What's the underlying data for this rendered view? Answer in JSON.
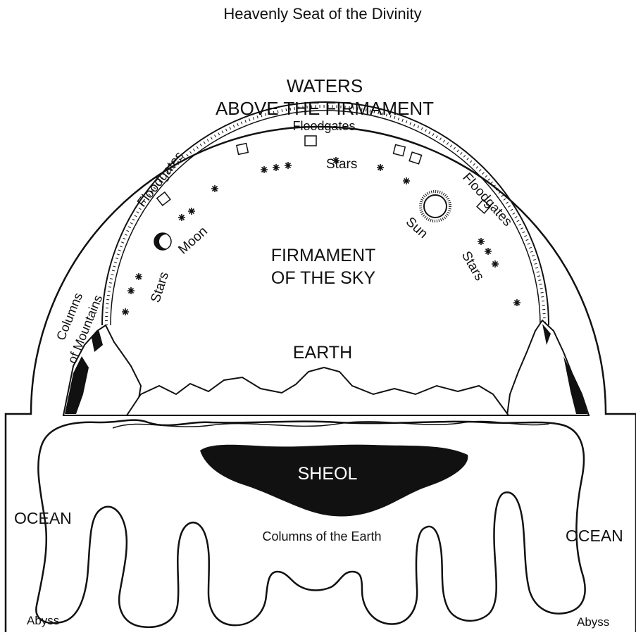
{
  "diagram": {
    "title": "Heavenly Seat of the Divinity",
    "labels": {
      "waters_line1": "WATERS",
      "waters_line2": "ABOVE THE FIRMAMENT",
      "floodgates_top": "Floodgates",
      "floodgates_left": "Floodgates",
      "floodgates_right": "Floodgates",
      "stars_top": "Stars",
      "stars_left": "Stars",
      "stars_right": "Stars",
      "moon": "Moon",
      "sun": "Sun",
      "firmament_line1": "FIRMAMENT",
      "firmament_line2": "OF THE SKY",
      "columns_mountains_line1": "Columns",
      "columns_mountains_line2": "of Mountains",
      "earth": "EARTH",
      "sheol": "SHEOL",
      "ocean_left": "OCEAN",
      "ocean_right": "OCEAN",
      "columns_earth": "Columns of the Earth",
      "abyss_left": "Abyss",
      "abyss_right": "Abyss"
    },
    "colors": {
      "ink": "#111111",
      "paper": "#ffffff"
    }
  }
}
